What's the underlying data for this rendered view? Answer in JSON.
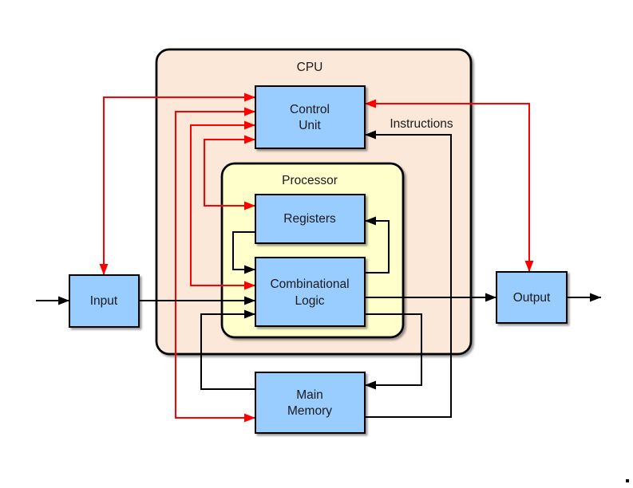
{
  "diagram": {
    "containers": {
      "cpu": {
        "label": "CPU"
      },
      "processor": {
        "label": "Processor"
      }
    },
    "nodes": {
      "control_unit": {
        "lines": [
          "Control",
          "Unit"
        ]
      },
      "registers": {
        "label": "Registers"
      },
      "combinational_logic": {
        "lines": [
          "Combinational",
          "Logic"
        ]
      },
      "input": {
        "label": "Input"
      },
      "output": {
        "label": "Output"
      },
      "main_memory": {
        "lines": [
          "Main",
          "Memory"
        ]
      }
    },
    "annotations": {
      "instructions": "Instructions"
    },
    "colors": {
      "cpu_fill": "#fbe8d8",
      "processor_fill": "#ffffcc",
      "node_fill": "#99ccff",
      "border": "#000000",
      "control_line": "#ff0000",
      "data_line": "#000000"
    },
    "edges": {
      "control_signals": [
        {
          "from": "control_unit",
          "to": "input",
          "bidirectional_arrowheads": true
        },
        {
          "from": "control_unit",
          "to": "main_memory",
          "bidirectional_arrowheads": true
        },
        {
          "from": "control_unit",
          "to": "combinational_logic",
          "bidirectional_arrowheads": true
        },
        {
          "from": "control_unit",
          "to": "registers",
          "bidirectional_arrowheads": true
        },
        {
          "from": "control_unit",
          "to": "output",
          "bidirectional_arrowheads": true
        }
      ],
      "data_flow": [
        {
          "from": "external",
          "to": "input"
        },
        {
          "from": "input",
          "to": "combinational_logic"
        },
        {
          "from": "registers",
          "to": "combinational_logic"
        },
        {
          "from": "combinational_logic",
          "to": "registers"
        },
        {
          "from": "main_memory",
          "to": "combinational_logic"
        },
        {
          "from": "combinational_logic",
          "to": "main_memory"
        },
        {
          "from": "main_memory",
          "to": "control_unit",
          "label": "Instructions"
        },
        {
          "from": "combinational_logic",
          "to": "output"
        },
        {
          "from": "output",
          "to": "external"
        }
      ]
    }
  }
}
